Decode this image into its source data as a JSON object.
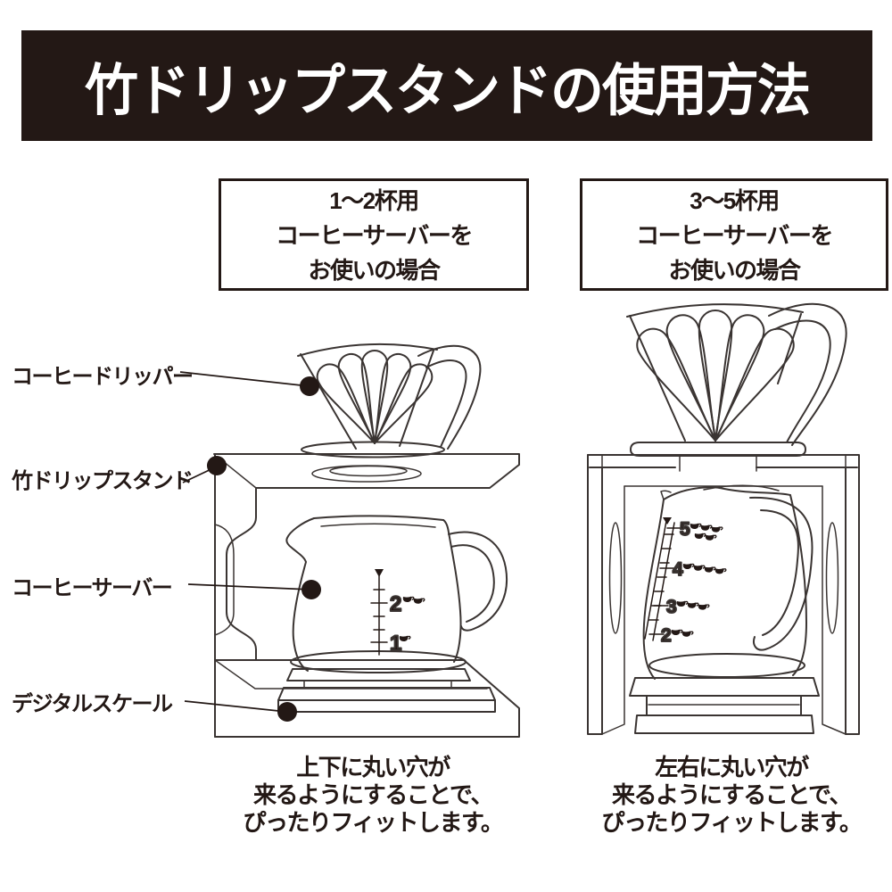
{
  "banner": {
    "title": "竹ドリップスタンドの使用方法",
    "bg": "#231815",
    "text_color": "#ffffff"
  },
  "part_labels": [
    {
      "label": "コーヒードリッパー"
    },
    {
      "label": "竹ドリップスタンド"
    },
    {
      "label": "コーヒーサーバー"
    },
    {
      "label": "デジタルスケール"
    }
  ],
  "columns": {
    "left": {
      "box_title_lines": [
        "1〜2杯用",
        "コーヒーサーバーを",
        "お使いの場合"
      ],
      "caption_lines": [
        "上下に丸い穴が",
        "来るようにすることで、",
        "ぴったりフィットします。"
      ],
      "server_marks": [
        {
          "label": "2",
          "cups": 2
        },
        {
          "label": "1",
          "cups": 1
        }
      ]
    },
    "right": {
      "box_title_lines": [
        "3〜5杯用",
        "コーヒーサーバーを",
        "お使いの場合"
      ],
      "caption_lines": [
        "左右に丸い穴が",
        "来るようにすることで、",
        "ぴったりフィットします。"
      ],
      "server_marks": [
        {
          "label": "5",
          "cups": 5
        },
        {
          "label": "4",
          "cups": 4
        },
        {
          "label": "3",
          "cups": 3
        },
        {
          "label": "2",
          "cups": 2
        }
      ]
    }
  },
  "colors": {
    "line": "#3a3432",
    "text": "#231815",
    "background": "#ffffff"
  }
}
